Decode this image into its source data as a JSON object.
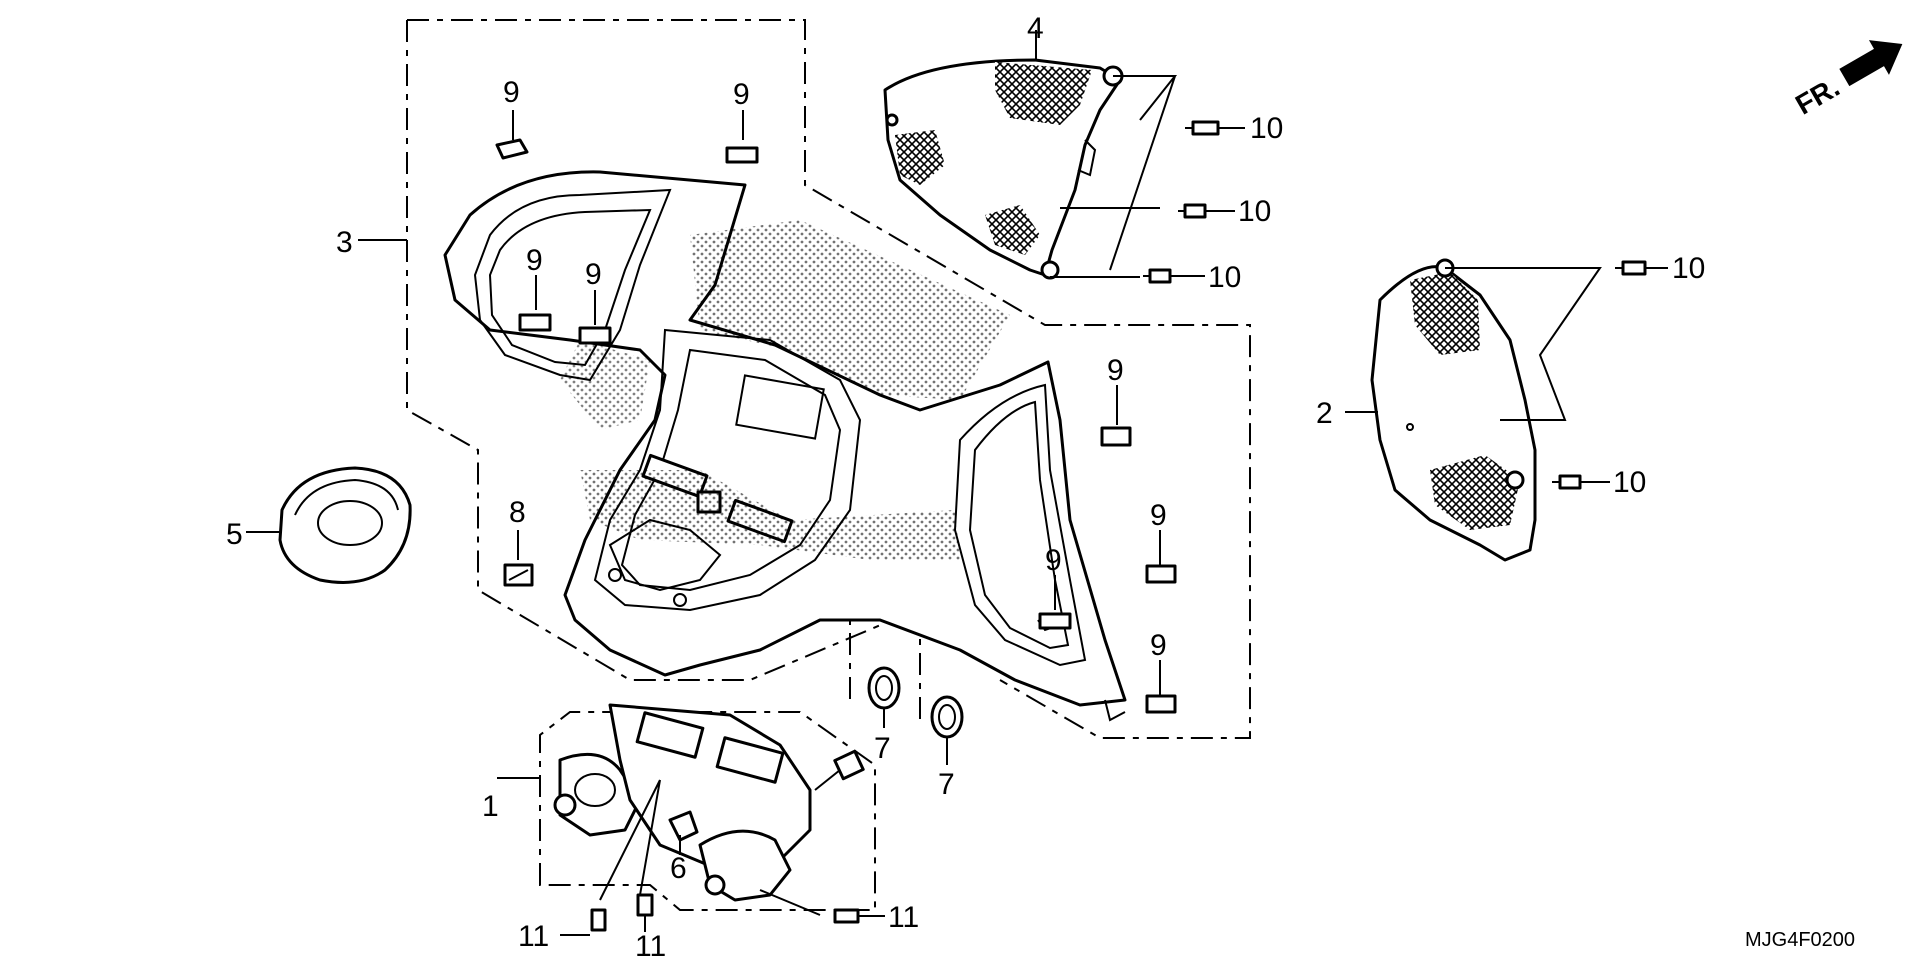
{
  "diagram": {
    "drawing_code": "MJG4F0200",
    "front_marker": "FR.",
    "callouts": [
      {
        "id": "c1",
        "text": "1"
      },
      {
        "id": "c2",
        "text": "2"
      },
      {
        "id": "c3",
        "text": "3"
      },
      {
        "id": "c4",
        "text": "4"
      },
      {
        "id": "c5",
        "text": "5"
      },
      {
        "id": "c6",
        "text": "6"
      },
      {
        "id": "c7a",
        "text": "7"
      },
      {
        "id": "c7b",
        "text": "7"
      },
      {
        "id": "c8",
        "text": "8"
      },
      {
        "id": "c9a",
        "text": "9"
      },
      {
        "id": "c9b",
        "text": "9"
      },
      {
        "id": "c9c",
        "text": "9"
      },
      {
        "id": "c9d",
        "text": "9"
      },
      {
        "id": "c9e",
        "text": "9"
      },
      {
        "id": "c9f",
        "text": "9"
      },
      {
        "id": "c9g",
        "text": "9"
      },
      {
        "id": "c9h",
        "text": "9"
      },
      {
        "id": "c10a",
        "text": "10"
      },
      {
        "id": "c10b",
        "text": "10"
      },
      {
        "id": "c10c",
        "text": "10"
      },
      {
        "id": "c10d",
        "text": "10"
      },
      {
        "id": "c10e",
        "text": "10"
      },
      {
        "id": "c11a",
        "text": "11"
      },
      {
        "id": "c11b",
        "text": "11"
      },
      {
        "id": "c11c",
        "text": "11"
      }
    ]
  }
}
